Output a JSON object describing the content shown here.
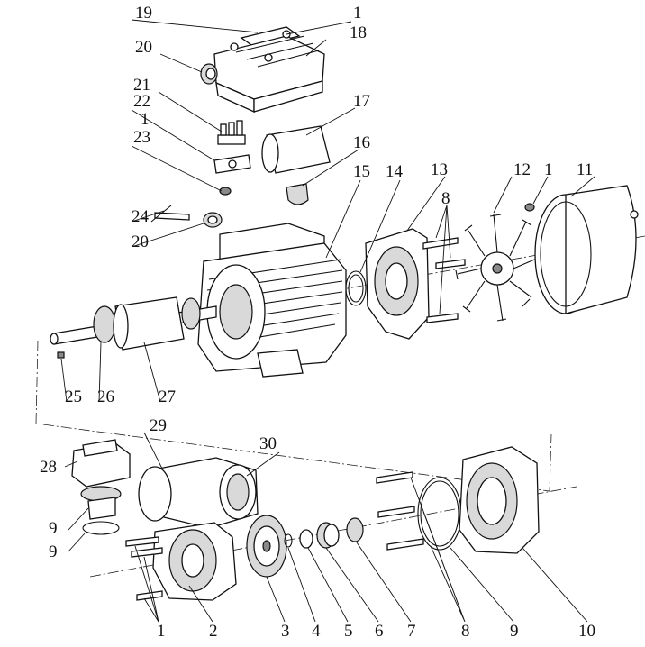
{
  "labels": {
    "l1_top": "1",
    "l18": "18",
    "l19": "19",
    "l20_top": "20",
    "l21": "21",
    "l22": "22",
    "l1_mid": "1",
    "l23": "23",
    "l17": "17",
    "l16": "16",
    "l15": "15",
    "l14": "14",
    "l13": "13",
    "l12": "12",
    "l1_fan": "1",
    "l11": "11",
    "l8_top": "8",
    "l24": "24",
    "l20_mid": "20",
    "l25": "25",
    "l26": "26",
    "l27": "27",
    "l29": "29",
    "l30": "30",
    "l28": "28",
    "l9_a": "9",
    "l9_b": "9",
    "b1": "1",
    "b2": "2",
    "b3": "3",
    "b4": "4",
    "b5": "5",
    "b6": "6",
    "b7": "7",
    "b8": "8",
    "b9": "9",
    "b10": "10"
  }
}
